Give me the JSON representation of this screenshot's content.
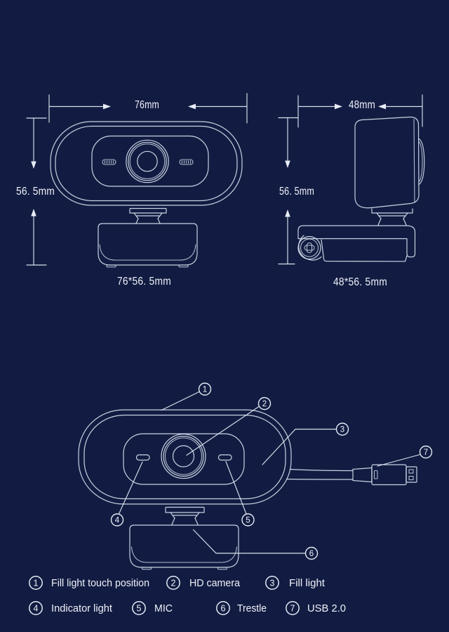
{
  "colors": {
    "background": "#121c42",
    "line": "#d9e1ef",
    "text": "#eef2f9"
  },
  "front_view": {
    "width": "76mm",
    "height": "56. 5mm",
    "size": "76*56. 5mm"
  },
  "side_view": {
    "width": "48mm",
    "height": "56. 5mm",
    "size": "48*56. 5mm"
  },
  "callouts": [
    {
      "num": "1",
      "label": "Fill light touch position"
    },
    {
      "num": "2",
      "label": "HD camera"
    },
    {
      "num": "3",
      "label": "Fill light"
    },
    {
      "num": "4",
      "label": "Indicator light"
    },
    {
      "num": "5",
      "label": "MIC"
    },
    {
      "num": "6",
      "label": "Trestle"
    },
    {
      "num": "7",
      "label": "USB 2.0"
    }
  ]
}
